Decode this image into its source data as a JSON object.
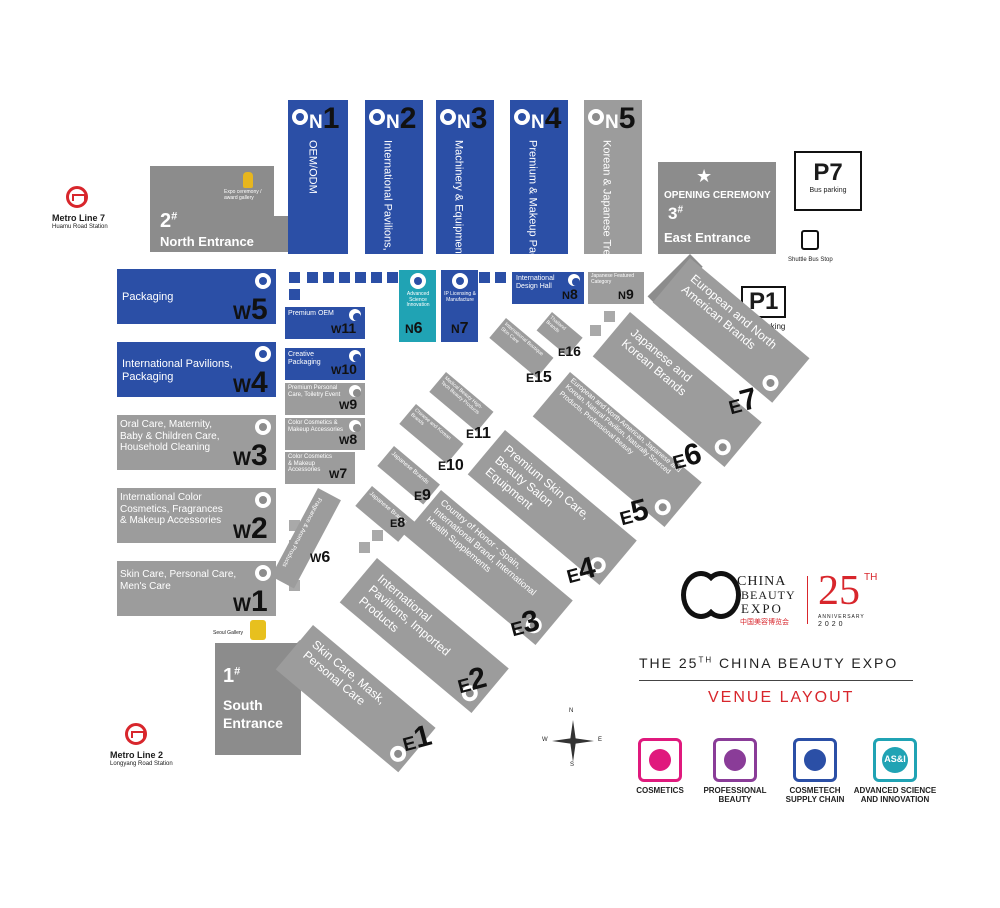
{
  "metro": [
    {
      "line": "Metro Line 7",
      "station": "Huamu Road Station"
    },
    {
      "line": "Metro Line 2",
      "station": "Longyang Road Station"
    }
  ],
  "entrances": {
    "north": {
      "number": "2",
      "mark": "#",
      "label": "North Entrance",
      "sub": "Expo ceremony / award gallery"
    },
    "east": {
      "number": "3",
      "mark": "#",
      "label": "East Entrance",
      "ceremony": "OPENING CEREMONY"
    },
    "south": {
      "number": "1",
      "mark": "#",
      "label1": "South",
      "label2": "Entrance",
      "sub": "Seoul Gallery"
    }
  },
  "parking": {
    "p7": {
      "code": "P7",
      "label": "Bus parking"
    },
    "p1": {
      "code": "P1",
      "label": "Car parking"
    },
    "shuttle": "Shuttle Bus Stop"
  },
  "north_halls": [
    {
      "letter": "N",
      "num": "1",
      "name": "OEM/ODM"
    },
    {
      "letter": "N",
      "num": "2",
      "name": "International Pavilions, OEM/ODM"
    },
    {
      "letter": "N",
      "num": "3",
      "name": "Machinery & Equipment"
    },
    {
      "letter": "N",
      "num": "4",
      "name": "Premium & Makeup Packaging"
    },
    {
      "letter": "N",
      "num": "5",
      "name": "Korean & Japanese Trendy Products"
    }
  ],
  "west_halls": [
    {
      "letter": "W",
      "num": "5",
      "name": "Packaging"
    },
    {
      "letter": "W",
      "num": "4",
      "name": "International Pavilions, Packaging"
    },
    {
      "letter": "W",
      "num": "3",
      "name": "Oral Care, Maternity, Baby & Children Care, Household Cleaning"
    },
    {
      "letter": "W",
      "num": "2",
      "name": "International Color Cosmetics, Fragrances & Makeup Accessories"
    },
    {
      "letter": "W",
      "num": "1",
      "name": "Skin Care, Personal Care, Men's Care"
    }
  ],
  "inner_west_halls": [
    {
      "letter": "W",
      "num": "11",
      "name": "Premium OEM"
    },
    {
      "letter": "W",
      "num": "10",
      "name": "Creative Packaging"
    },
    {
      "letter": "W",
      "num": "9",
      "name": "Premium Personal Care, Toiletry Event"
    },
    {
      "letter": "W",
      "num": "8",
      "name": "Color Cosmetics & Makeup Accessories"
    },
    {
      "letter": "W",
      "num": "7",
      "name": "Color Cosmetics & Makeup Accessories"
    },
    {
      "letter": "W",
      "num": "6",
      "name": "Fragrance & Aroma Products"
    }
  ],
  "north_small_halls": [
    {
      "letter": "N",
      "num": "6",
      "name": "Advanced Science Innovation"
    },
    {
      "letter": "N",
      "num": "7",
      "name": "IP Licensing & Manufacture"
    },
    {
      "letter": "N",
      "num": "8",
      "name": "International Design Hall"
    },
    {
      "letter": "N",
      "num": "9",
      "name": "Japanese Featured Category"
    }
  ],
  "east_halls": [
    {
      "letter": "E",
      "num": "1",
      "name": "Skin Care, Mask, Personal Care"
    },
    {
      "letter": "E",
      "num": "2",
      "name": "International Pavilions, Imported Products"
    },
    {
      "letter": "E",
      "num": "3",
      "name": "Country of Honor - Spain, International Brand, International Health Supplements"
    },
    {
      "letter": "E",
      "num": "4",
      "name": "Premium Skin Care, Beauty Salon Equipment"
    },
    {
      "letter": "E",
      "num": "5",
      "name": "European and North American, Japanese and Korean, Natural Pavilion, Naturally Sourced Products, Professional Beauty"
    },
    {
      "letter": "E",
      "num": "6",
      "name": "Japanese and Korean Brands"
    },
    {
      "letter": "E",
      "num": "7",
      "name": "European and North American Brands"
    }
  ],
  "small_east_halls": [
    {
      "letter": "E",
      "num": "8",
      "name": "Japanese Brands"
    },
    {
      "letter": "E",
      "num": "9",
      "name": "Japanese Brands"
    },
    {
      "letter": "E",
      "num": "10",
      "name": "Chinese and Korean Brands"
    },
    {
      "letter": "E",
      "num": "11",
      "name": "Medical Beauty High-Tech Beauty Products"
    },
    {
      "letter": "E",
      "num": "15",
      "name": "International Boutique Skin Care"
    },
    {
      "letter": "E",
      "num": "16",
      "name": "Thailand Brands"
    }
  ],
  "logo": {
    "mark": "CBE",
    "name1": "CHINA",
    "name2": "BEAUTY",
    "name3": "EXPO",
    "chinese": "中国美容博览会",
    "anniv": "25",
    "anniv_sup": "TH",
    "anniv_sub": "ANNIVERSARY",
    "years": "2020"
  },
  "headline": {
    "pre": "THE 25",
    "sup": "TH",
    "post": " CHINA BEAUTY EXPO"
  },
  "subtitle": "VENUE LAYOUT",
  "legend": [
    {
      "label": "COSMETICS",
      "color": "#e0197d"
    },
    {
      "label": "PROFESSIONAL BEAUTY",
      "color": "#8a3c98"
    },
    {
      "label": "COSMETECH SUPPLY CHAIN",
      "color": "#2b4fa6"
    },
    {
      "label": "ADVANCED SCIENCE AND INNOVATION",
      "color": "#20a3b4"
    }
  ],
  "legend_icon_text": "AS&I",
  "compass": {
    "n": "N",
    "s": "S",
    "e": "E",
    "w": "W"
  }
}
